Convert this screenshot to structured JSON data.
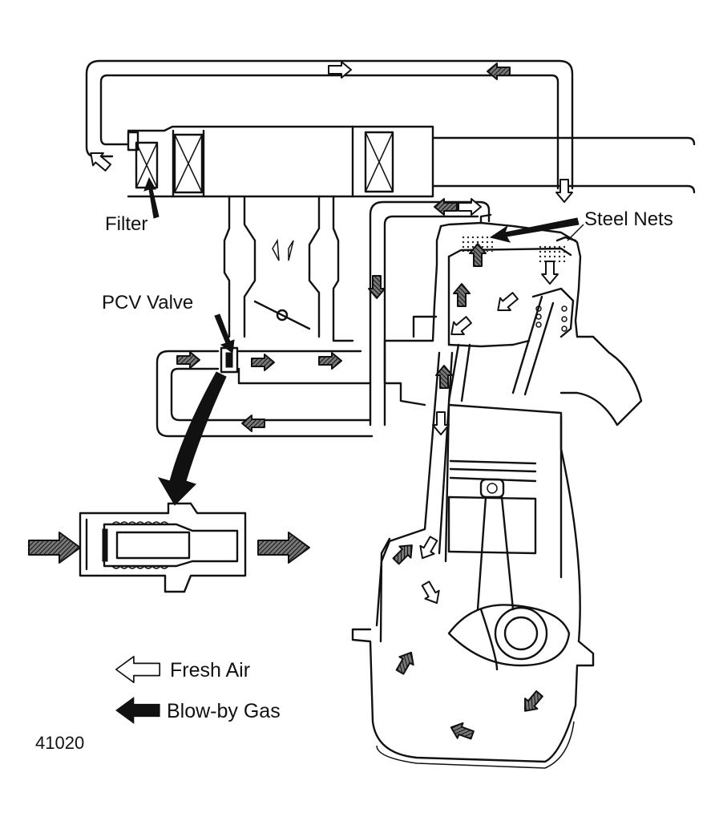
{
  "labels": {
    "filter": "Filter",
    "steel_nets": "Steel Nets",
    "pcv_valve": "PCV Valve"
  },
  "legend": {
    "fresh_air": "Fresh Air",
    "blow_by_gas": "Blow-by Gas"
  },
  "figure_number": "41020"
}
